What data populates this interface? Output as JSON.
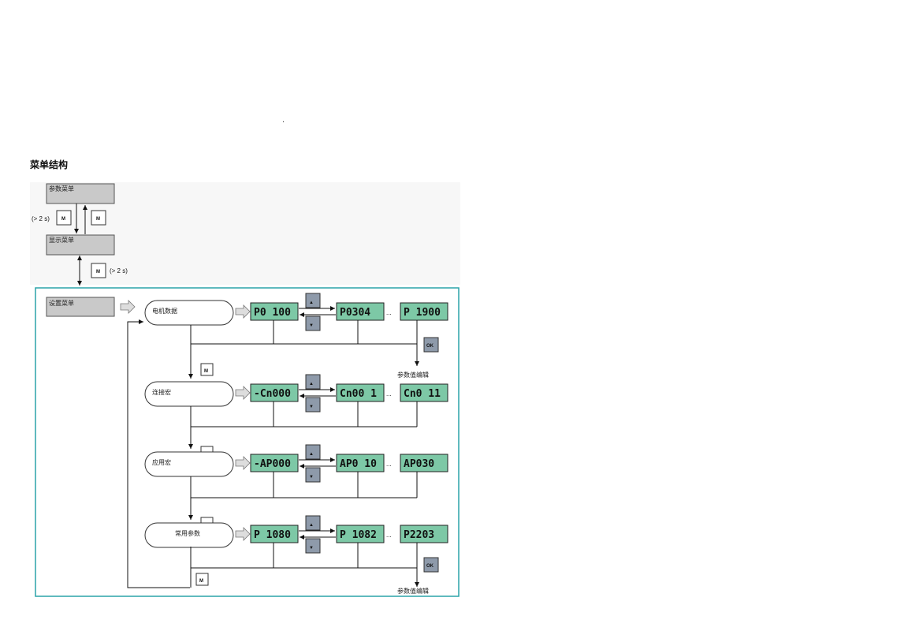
{
  "title": "菜单结构",
  "top_menus": {
    "param_menu": "参数菜单",
    "display_menu": "显示菜单",
    "setup_menu": "设置菜单"
  },
  "hold_time": "(> 2 s)",
  "keys": {
    "m": "M",
    "ok": "OK",
    "up": "▲",
    "down": "▼"
  },
  "ellipsis": "...",
  "param_edit": "参数值编辑",
  "rows": [
    {
      "label": "电机数据",
      "first": "P0 100",
      "second": "P0304",
      "last": "P 1900"
    },
    {
      "label": "连接宏",
      "first": "-Cn000",
      "second": "Cn00 1",
      "last": "Cn0 11"
    },
    {
      "label": "应用宏",
      "first": "-AP000",
      "second": "AP0 10",
      "last": "AP030"
    },
    {
      "label": "常用参数",
      "first": "P 1080",
      "second": "P 1082",
      "last": "P2203"
    }
  ],
  "colors": {
    "lcd_fill": "#7dc8a6",
    "frame": "#2aa3a8",
    "menu_box": "#c9c9c9",
    "key_dark": "#8e9aaa"
  }
}
